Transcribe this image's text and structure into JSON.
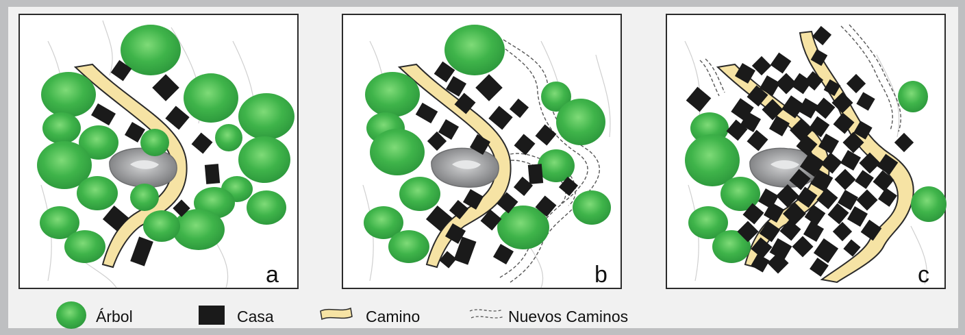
{
  "panels": [
    {
      "id": "a",
      "label": "a"
    },
    {
      "id": "b",
      "label": "b"
    },
    {
      "id": "c",
      "label": "c"
    }
  ],
  "legend": [
    {
      "key": "tree",
      "label": "Árbol",
      "icon": "tree-icon"
    },
    {
      "key": "house",
      "label": "Casa",
      "icon": "house-icon"
    },
    {
      "key": "road",
      "label": "Camino",
      "icon": "road-icon"
    },
    {
      "key": "new-road",
      "label": "Nuevos Caminos",
      "icon": "dashed-road-icon"
    }
  ],
  "colors": {
    "tree": "#3fb44a",
    "tree_highlight": "#6fd46b",
    "house": "#1a1a1a",
    "road_fill": "#f6e3a4",
    "road_edge": "#2a2a2a",
    "rock": "#8a8b8d",
    "rock_light": "#c6c7c9",
    "contour": "#c9c9c9",
    "panel_bg": "#ffffff",
    "border": "#2b2b2b",
    "page_bg": "#f1f1f1"
  }
}
